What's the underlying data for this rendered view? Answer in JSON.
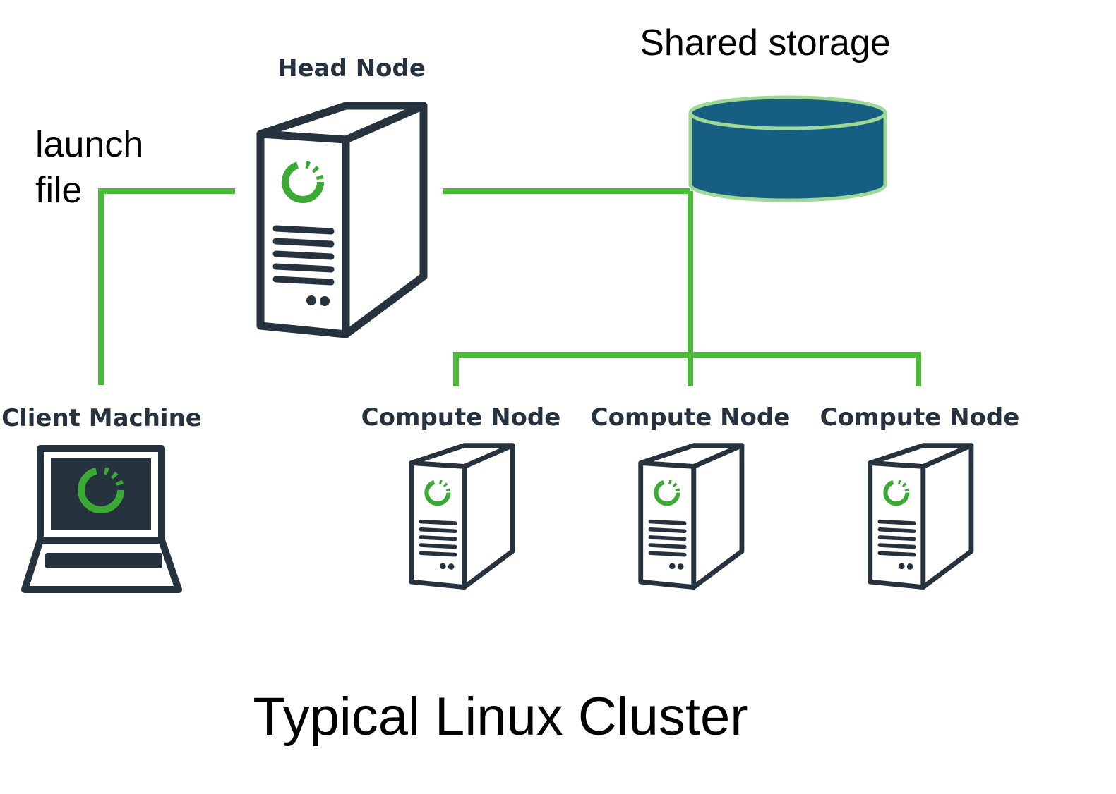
{
  "labels": {
    "head_node": "Head Node",
    "shared_storage": "Shared storage",
    "launch_line1": "launch",
    "launch_line2": "file",
    "client_machine": "Client Machine",
    "compute_node_1": "Compute Node",
    "compute_node_2": "Compute Node",
    "compute_node_3": "Compute Node",
    "caption": "Typical Linux Cluster"
  },
  "icons": {
    "head_node": "server-tower-icon",
    "storage": "database-cylinder-icon",
    "client": "laptop-icon",
    "compute": "server-tower-icon"
  },
  "colors": {
    "connector": "#4cb93b",
    "outline": "#26323d",
    "logo": "#3aaa35",
    "storage_fill": "#175e83",
    "storage_border": "#9ed895",
    "text": "#000000",
    "node_label": "#26323d"
  }
}
